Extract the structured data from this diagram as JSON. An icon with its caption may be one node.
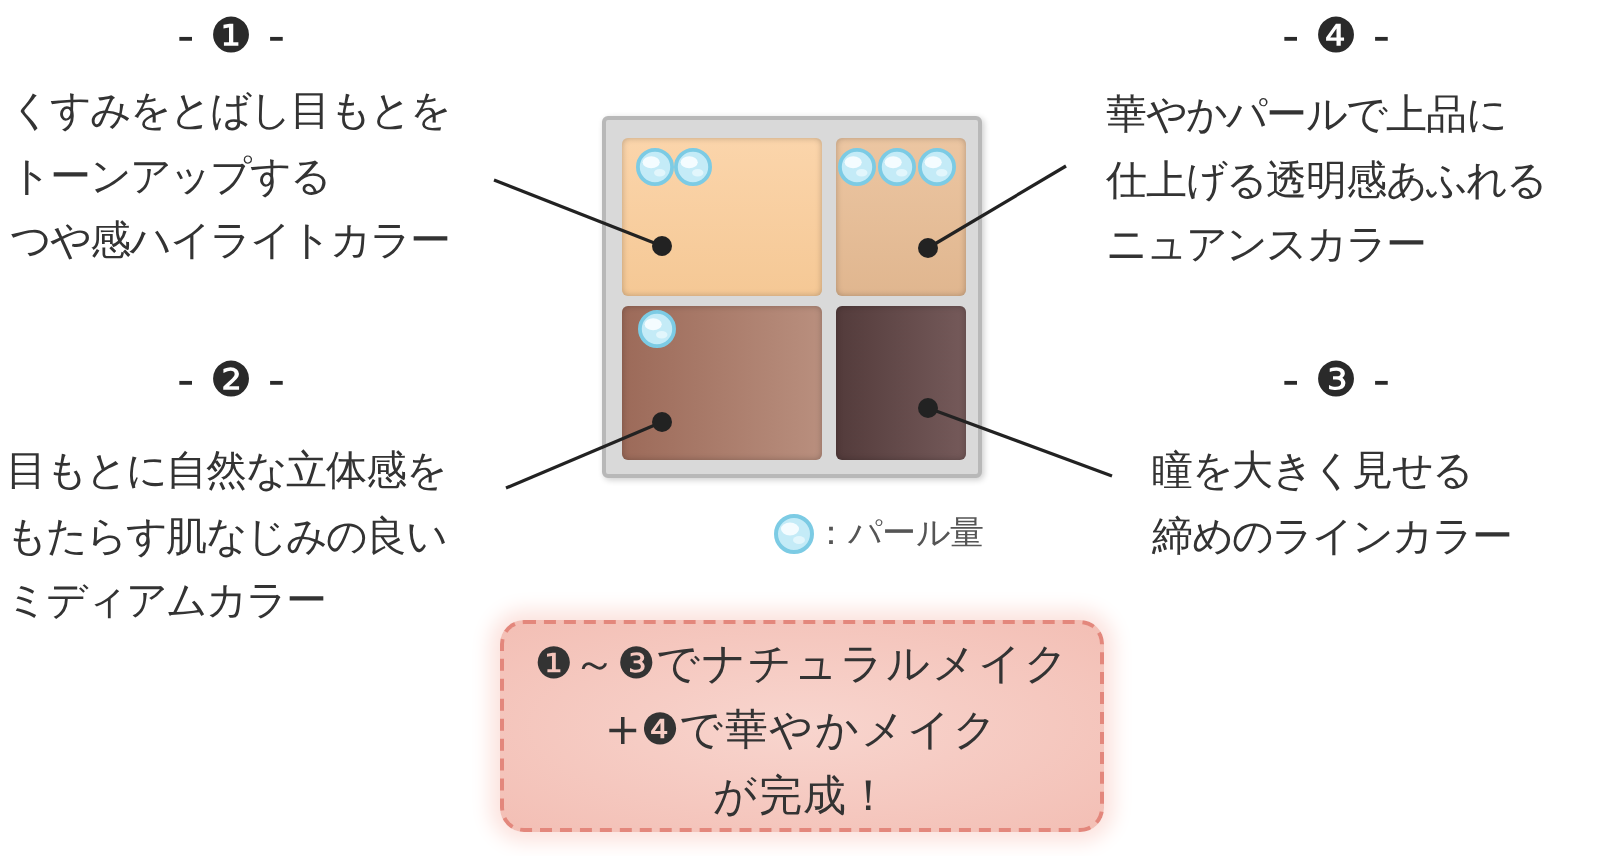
{
  "diagram": {
    "nodes": [
      {
        "text": [
          "- ❶ -",
          "くすみをとばし目もとをトーンアップするつや感ハイライトカラー"
        ]
      },
      {
        "text": [],
        "shape": "box"
      },
      {
        "text": [],
        "shape": "box",
        "in": 1
      },
      {
        "text": [],
        "shape": "box",
        "in": 1
      },
      {
        "text": [],
        "shape": "box",
        "in": 1
      },
      {
        "text": [],
        "shape": "box",
        "in": 1
      },
      {
        "text": [
          "- ❹ -",
          "華やかパールで上品に仕上げる透明感あふれるニュアンスカラー"
        ]
      },
      {
        "text": [
          "- ❷ -",
          "目もとに自然な立体感をもたらす肌なじみの良いミディアムカラー"
        ]
      },
      {
        "text": [
          "- ❸ -",
          "瞳を大きく見せる締めのラインカラー"
        ]
      },
      {
        "text": [
          "❶～❸でナチュラルメイク+❹で華やかメイクが完成！"
        ]
      }
    ],
    "edges": [
      {
        "from": 0,
        "to": 2,
        "arrow": "other"
      },
      {
        "from": 6,
        "to": 3,
        "arrow": "other"
      },
      {
        "from": 7,
        "to": 4,
        "arrow": "other"
      },
      {
        "from": 8,
        "to": 5,
        "arrow": "other"
      }
    ],
    "legend": [
      {
        "text": "：パール量"
      }
    ]
  }
}
